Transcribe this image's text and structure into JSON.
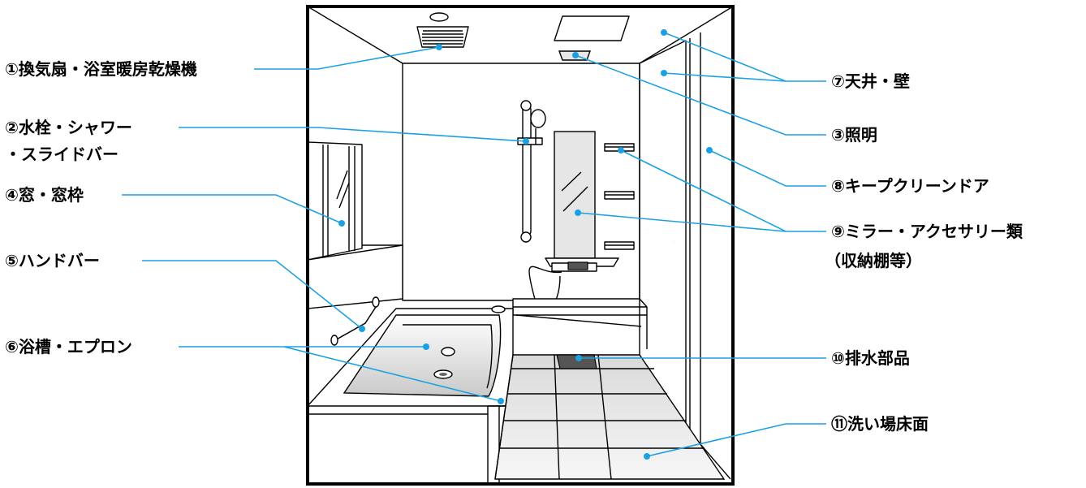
{
  "labels": {
    "fan": "①換気扇・浴室暖房乾燥機",
    "faucet_1": "②水栓・シャワー",
    "faucet_2": "・スライドバー",
    "window": "④窓・窓枠",
    "handbar": "⑤ハンドバー",
    "tub": "⑥浴槽・エプロン",
    "ceiling": "⑦天井・壁",
    "light": "③照明",
    "door": "⑧キープクリーンドア",
    "mirror_1": "⑨ミラー・アクセサリー類",
    "mirror_2": "（収納棚等）",
    "drain": "⑩排水部品",
    "floor": "⑪洗い場床面"
  },
  "colors": {
    "leader": "#1ba1e2",
    "outline": "#000000",
    "background": "#ffffff"
  }
}
